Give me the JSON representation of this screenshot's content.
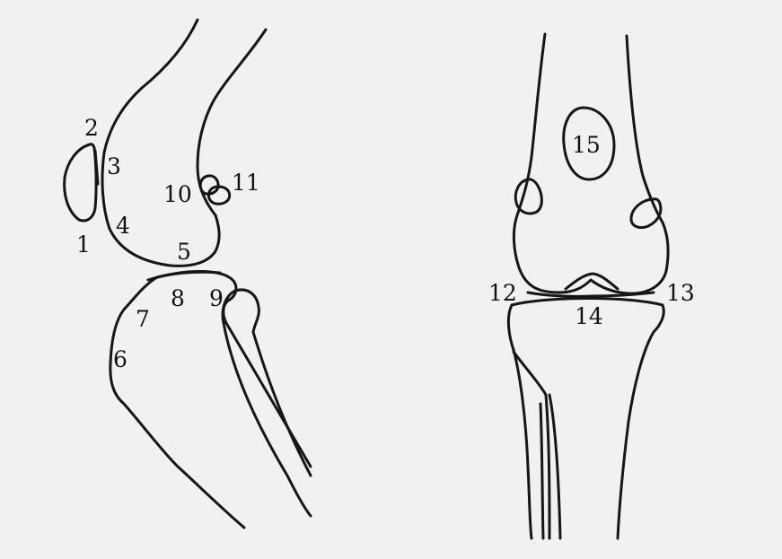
{
  "figure": {
    "lateral_view": {
      "labels": [
        "1",
        "2",
        "3",
        "4",
        "5",
        "6",
        "7",
        "8",
        "9",
        "10",
        "11"
      ]
    },
    "anterior_view": {
      "labels": [
        "12",
        "13",
        "14",
        "15"
      ]
    }
  },
  "colors": {
    "background": "#f1f1ef",
    "ink": "#161616"
  }
}
